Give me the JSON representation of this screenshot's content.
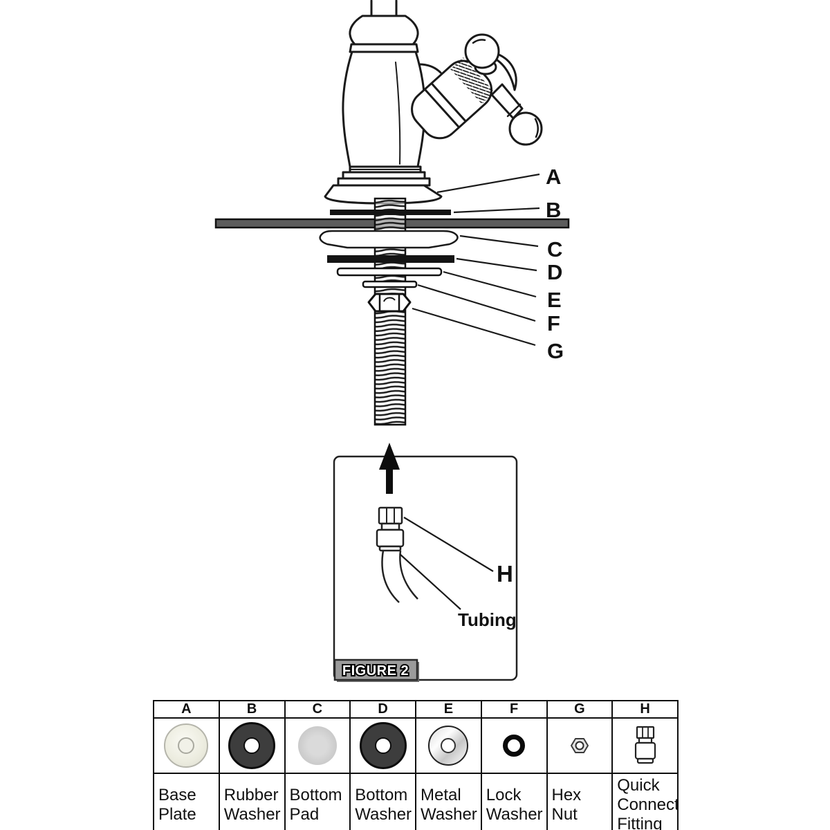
{
  "diagram": {
    "callouts": [
      {
        "letter": "A"
      },
      {
        "letter": "B"
      },
      {
        "letter": "C"
      },
      {
        "letter": "D"
      },
      {
        "letter": "E"
      },
      {
        "letter": "F"
      },
      {
        "letter": "G"
      }
    ],
    "figure2": {
      "h_label": "H",
      "tubing_label": "Tubing",
      "badge": "FIGURE 2"
    },
    "colors": {
      "countertop": "#5c5c5c",
      "dark_washer": "#141414",
      "badge_bg": "#9b9b9b"
    }
  },
  "parts_table": {
    "parts": [
      {
        "letter": "A",
        "name": "Base Plate",
        "icon": "base-plate-icon"
      },
      {
        "letter": "B",
        "name": "Rubber Washer",
        "icon": "rubber-washer-icon"
      },
      {
        "letter": "C",
        "name": "Bottom Pad",
        "icon": "bottom-pad-icon"
      },
      {
        "letter": "D",
        "name": "Bottom Washer",
        "icon": "bottom-washer-icon"
      },
      {
        "letter": "E",
        "name": "Metal Washer",
        "icon": "metal-washer-icon"
      },
      {
        "letter": "F",
        "name": "Lock Washer",
        "icon": "lock-washer-icon"
      },
      {
        "letter": "G",
        "name": "Hex Nut",
        "icon": "hex-nut-icon"
      },
      {
        "letter": "H",
        "name": "Quick Connect Fitting",
        "icon": "quick-connect-fitting-icon"
      }
    ]
  }
}
